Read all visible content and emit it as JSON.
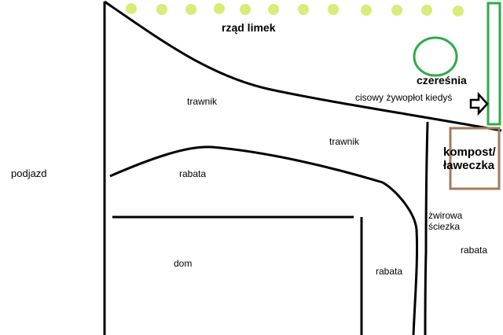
{
  "labels": {
    "rzad_limek": "rząd limek",
    "czeresnia": "czereśnia",
    "cisowy": "cisowy żywopłot kiedyś",
    "trawnik_1": "trawnik",
    "trawnik_2": "trawnik",
    "kompost": "kompost/ ławeczka",
    "podjazd": "podjazd",
    "rabata_1": "rabata",
    "zwirowa": "żwirowa ściezka",
    "rabata_2": "rabata",
    "dom": "dom",
    "rabata_3": "rabata"
  },
  "colors": {
    "lime_dots": "#d8ec7a",
    "cherry_tree": "#2eaa4a",
    "hedge": "#2eaa4a",
    "compost_box": "#a27b5c",
    "lines": "#000000"
  },
  "icons": {
    "arrow": "right-arrow-icon"
  }
}
